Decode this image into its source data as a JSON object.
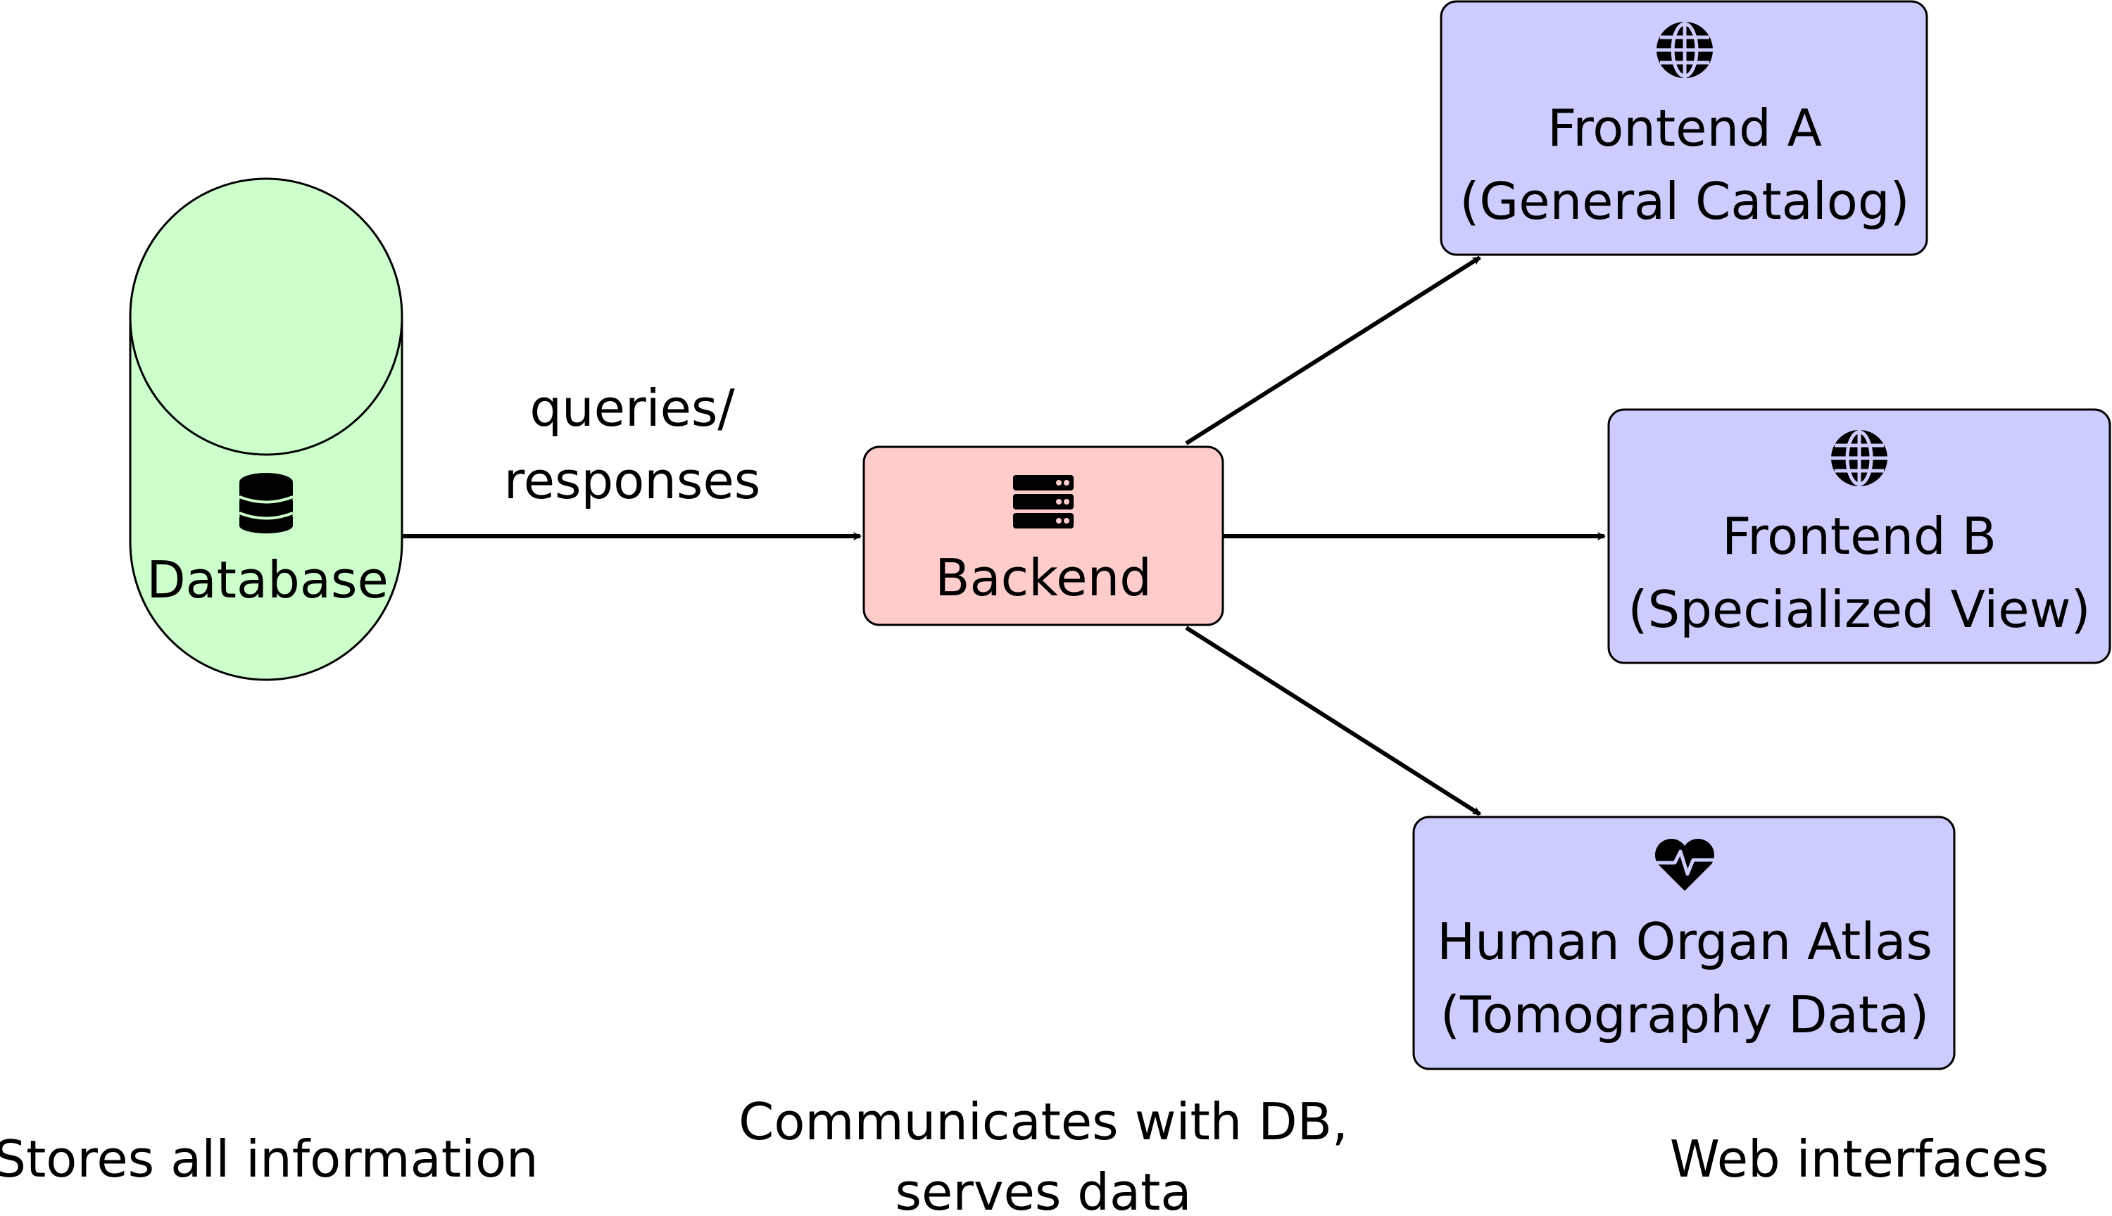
{
  "colors": {
    "database_fill": "#ccffcc",
    "backend_fill": "#ffcccc",
    "frontend_fill": "#ccccff",
    "stroke": "#000000"
  },
  "nodes": {
    "database": {
      "label": "Database",
      "icon": "database-icon"
    },
    "backend": {
      "label": "Backend",
      "icon": "server-icon"
    },
    "frontend_a": {
      "line1": "Frontend A",
      "line2": "(General Catalog)",
      "icon": "globe-icon"
    },
    "frontend_b": {
      "line1": "Frontend B",
      "line2": "(Specialized View)",
      "icon": "globe-icon"
    },
    "atlas": {
      "line1": "Human Organ Atlas",
      "line2": "(Tomography Data)",
      "icon": "heart-pulse-icon"
    }
  },
  "edges": {
    "db_backend_label_line1": "queries/",
    "db_backend_label_line2": "responses"
  },
  "captions": {
    "database": "Stores all information",
    "backend_line1": "Communicates with DB,",
    "backend_line2": "serves data",
    "frontends": "Web interfaces"
  }
}
